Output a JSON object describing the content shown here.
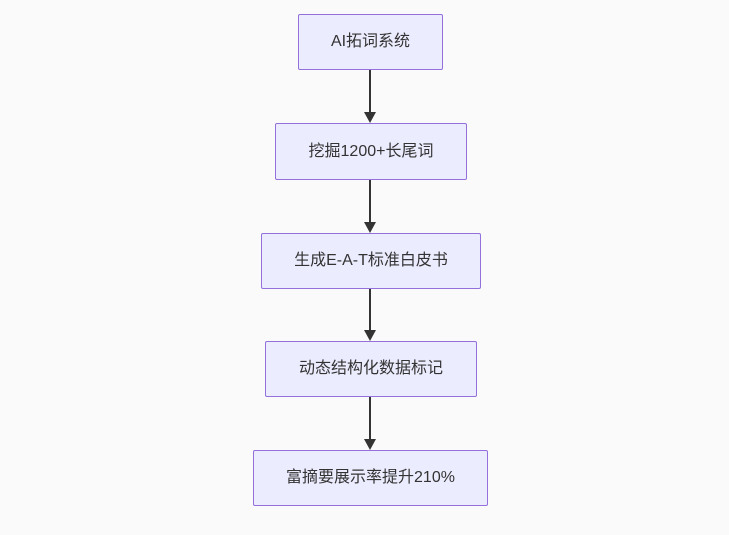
{
  "diagram": {
    "type": "flowchart",
    "direction": "top-down",
    "nodes": [
      {
        "id": "node-1",
        "label": "AI拓词系统"
      },
      {
        "id": "node-2",
        "label": "挖掘1200+长尾词"
      },
      {
        "id": "node-3",
        "label": "生成E-A-T标准白皮书"
      },
      {
        "id": "node-4",
        "label": "动态结构化数据标记"
      },
      {
        "id": "node-5",
        "label": "富摘要展示率提升210%"
      }
    ],
    "edges": [
      {
        "from": "node-1",
        "to": "node-2",
        "style": "arrow-down"
      },
      {
        "from": "node-2",
        "to": "node-3",
        "style": "arrow-down"
      },
      {
        "from": "node-3",
        "to": "node-4",
        "style": "arrow-down"
      },
      {
        "from": "node-4",
        "to": "node-5",
        "style": "arrow-down"
      }
    ],
    "colors": {
      "background": "#fafafa",
      "node_fill": "#ECECFF",
      "node_border": "#9370DB",
      "node_text": "#333333",
      "arrow": "#333333"
    }
  }
}
